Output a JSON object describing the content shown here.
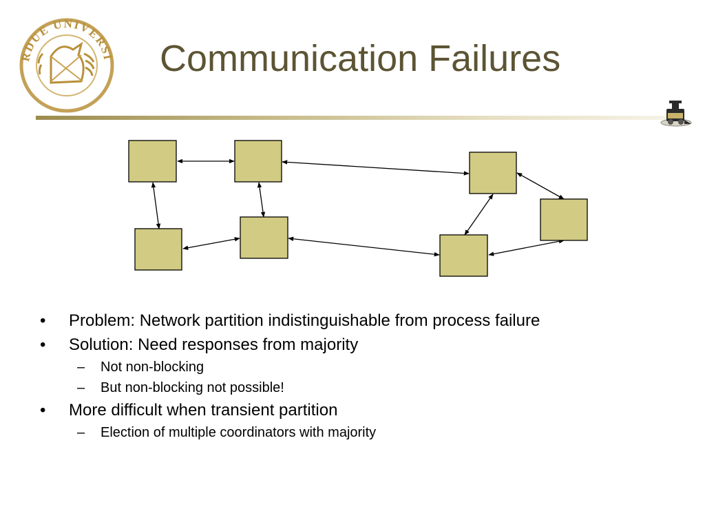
{
  "slide": {
    "title": "Communication Failures",
    "seal_text": "PURDUE UNIVERSITY",
    "colors": {
      "title": "#5c5433",
      "node_fill": "#d1cb83",
      "rule": "#9b8c4e",
      "seal": "#b8903a"
    }
  },
  "bullets": [
    {
      "level": 1,
      "marker": "•",
      "text": "Problem:  Network partition indistinguishable from process failure"
    },
    {
      "level": 1,
      "marker": "•",
      "text": "Solution:  Need responses from majority"
    },
    {
      "level": 2,
      "marker": "–",
      "text": "Not non-blocking"
    },
    {
      "level": 2,
      "marker": "–",
      "text": "But non-blocking not possible!"
    },
    {
      "level": 1,
      "marker": "•",
      "text": "More difficult when transient partition"
    },
    {
      "level": 2,
      "marker": "–",
      "text": "Election of multiple coordinators with majority"
    }
  ],
  "diagram": {
    "nodes": [
      "n1",
      "n2",
      "n3",
      "n4",
      "n5",
      "n6",
      "n7"
    ],
    "edges": [
      [
        "n1",
        "n2"
      ],
      [
        "n1",
        "n4"
      ],
      [
        "n2",
        "n5"
      ],
      [
        "n2",
        "n3"
      ],
      [
        "n4",
        "n5"
      ],
      [
        "n5",
        "n6"
      ],
      [
        "n3",
        "n6"
      ],
      [
        "n3",
        "n7"
      ],
      [
        "n6",
        "n7"
      ]
    ]
  },
  "icons": [
    "university-seal-icon",
    "train-logo-icon"
  ]
}
